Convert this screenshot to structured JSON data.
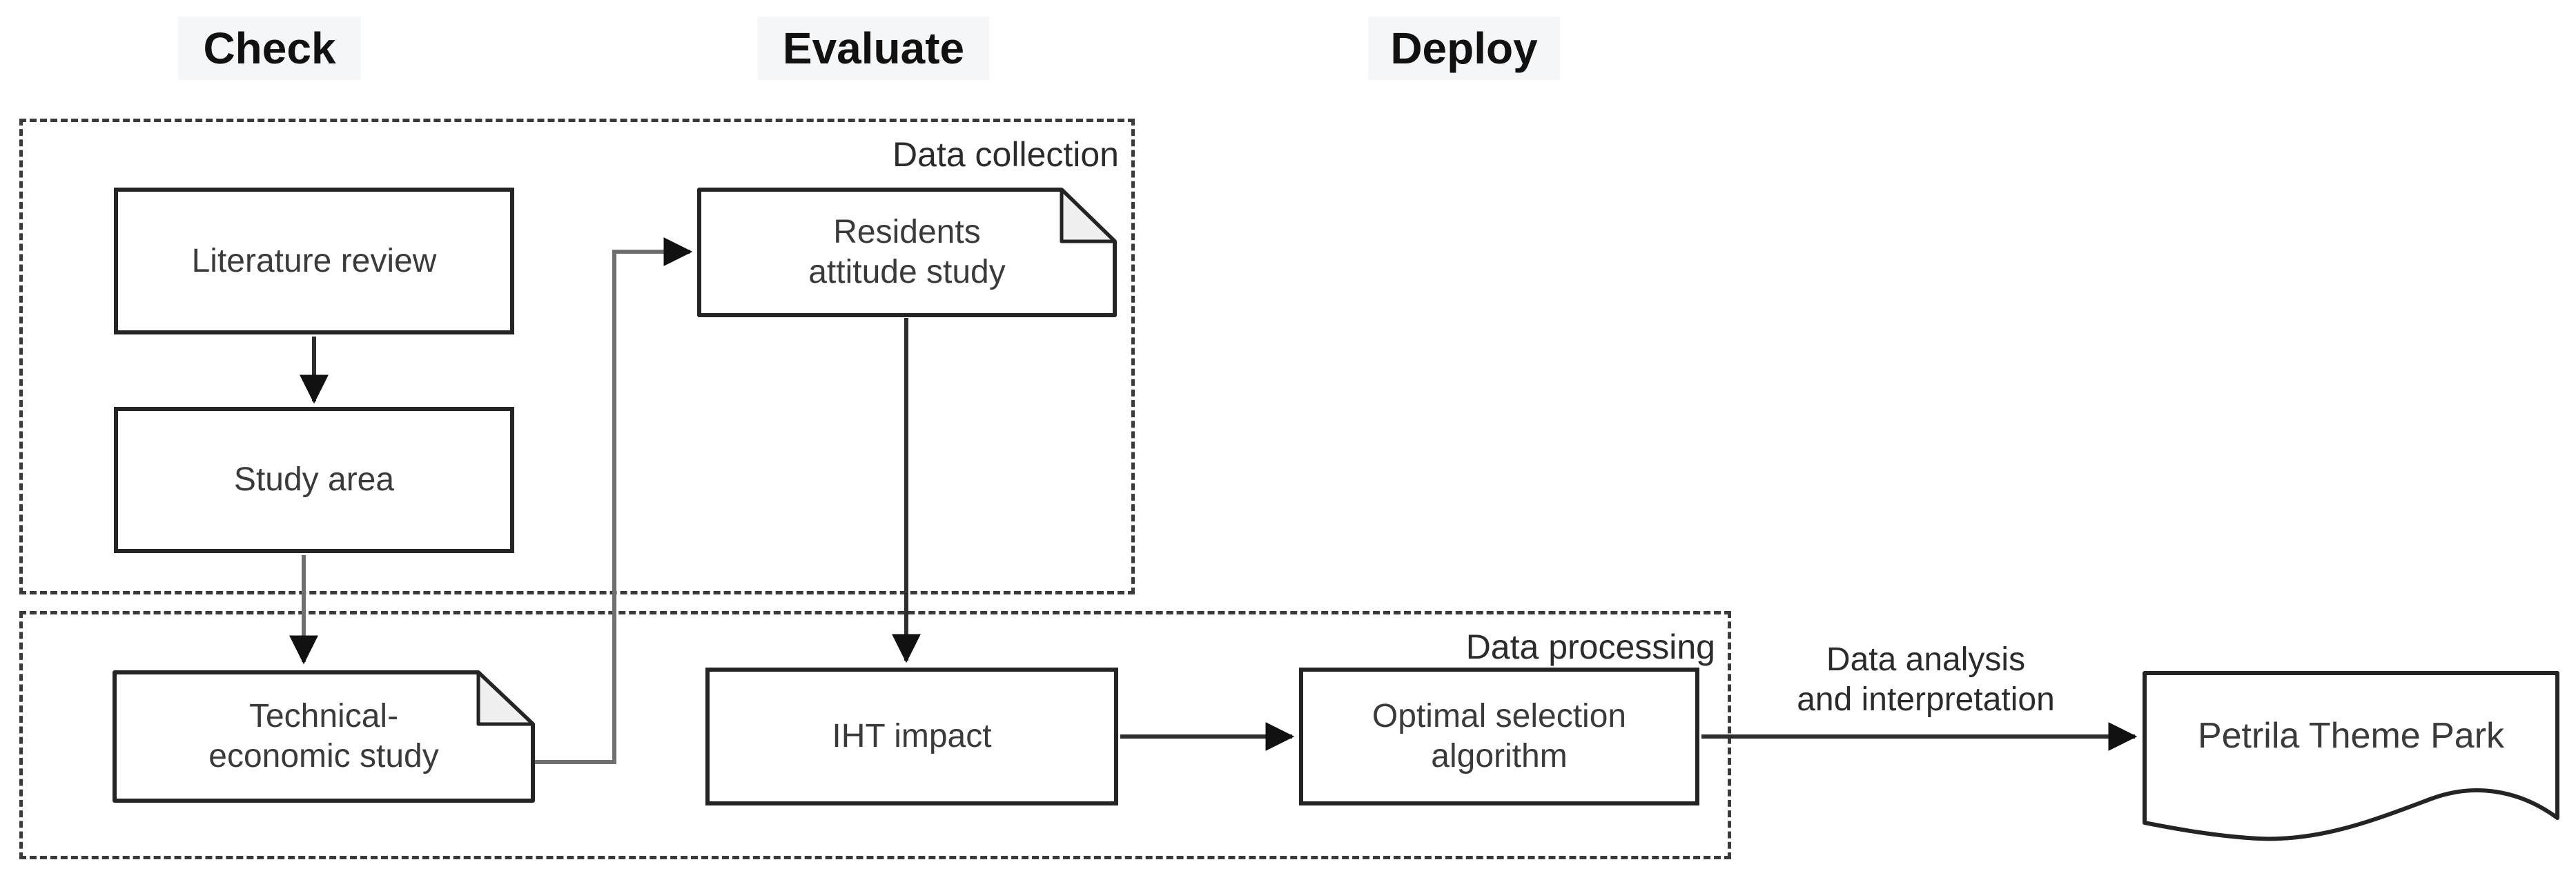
{
  "phases": [
    {
      "label": "Check"
    },
    {
      "label": "Evaluate"
    },
    {
      "label": "Deploy"
    }
  ],
  "groups": [
    {
      "label": "Data collection"
    },
    {
      "label": "Data processing"
    }
  ],
  "nodes": [
    {
      "id": "literature-review",
      "shape": "process",
      "lines": [
        "Literature review"
      ]
    },
    {
      "id": "study-area",
      "shape": "process",
      "lines": [
        "Study area"
      ]
    },
    {
      "id": "residents-attitude-study",
      "shape": "note",
      "lines": [
        "Residents",
        "attitude study"
      ]
    },
    {
      "id": "technical-economic-study",
      "shape": "note",
      "lines": [
        "Technical-",
        "economic study"
      ]
    },
    {
      "id": "iht-impact",
      "shape": "process",
      "lines": [
        "IHT impact"
      ]
    },
    {
      "id": "optimal-selection-algorithm",
      "shape": "process",
      "lines": [
        "Optimal selection",
        "algorithm"
      ]
    },
    {
      "id": "petrila-theme-park",
      "shape": "document",
      "lines": [
        "Petrila Theme Park"
      ]
    }
  ],
  "edges": [
    {
      "from": "literature-review",
      "to": "study-area"
    },
    {
      "from": "study-area",
      "to": "technical-economic-study"
    },
    {
      "from": "technical-economic-study",
      "to": "residents-attitude-study"
    },
    {
      "from": "residents-attitude-study",
      "to": "iht-impact"
    },
    {
      "from": "iht-impact",
      "to": "optimal-selection-algorithm"
    },
    {
      "from": "optimal-selection-algorithm",
      "to": "petrila-theme-park",
      "label": "Data analysis and interpretation"
    }
  ],
  "edge_label": {
    "line1": "Data analysis",
    "line2": "and interpretation"
  },
  "colors": {
    "background": "#ffffff",
    "shape_fill": "#ffffff",
    "shape_border": "#242424",
    "group_border": "#3a3a3a",
    "connector_dark": "#2e2e2e",
    "connector_gray": "#6f6f6f",
    "arrowhead": "#111111",
    "note_fold_fill": "#f0f0f0",
    "phase_label_bg": "#f5f6f8",
    "text": "#3a3a3a"
  }
}
